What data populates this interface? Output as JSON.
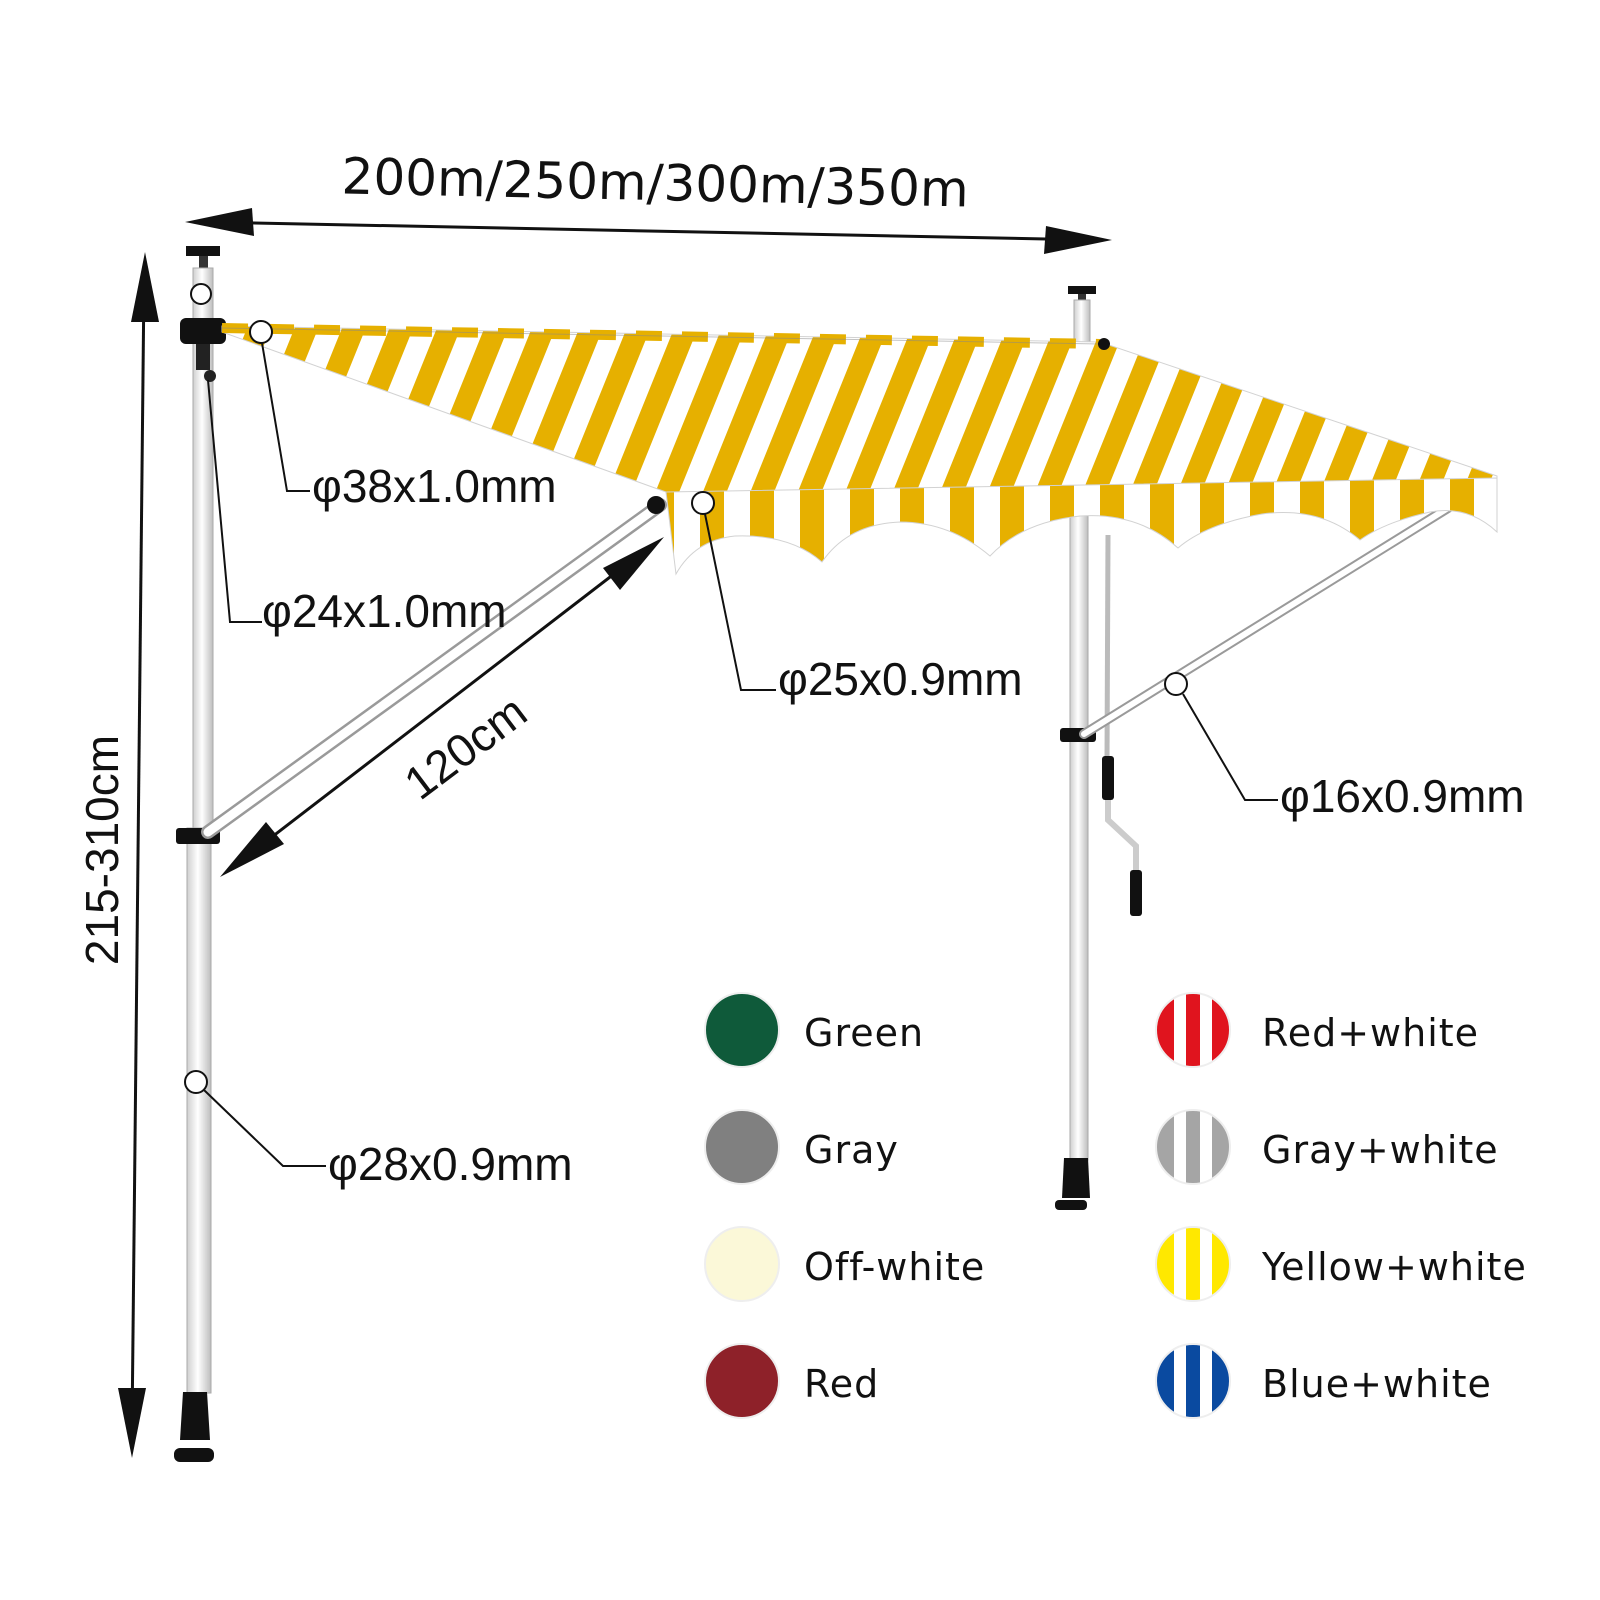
{
  "dimensions": {
    "width_options": "200m/250m/300m/350m",
    "height_range": "215-310cm",
    "projection": "120cm"
  },
  "callouts": {
    "roller_tube": "φ38x1.0mm",
    "inner_pole": "φ24x1.0mm",
    "front_bar": "φ25x0.9mm",
    "support_arm": "φ16x0.9mm",
    "outer_pole": "φ28x0.9mm"
  },
  "awning_colors": {
    "stripe": "#e6b000",
    "fabric_white": "#ffffff"
  },
  "colors": [
    {
      "label": "Green",
      "style": "solid",
      "primary": "#0f5a3a"
    },
    {
      "label": "Gray",
      "style": "solid",
      "primary": "#808080"
    },
    {
      "label": "Off-white",
      "style": "solid",
      "primary": "#fbf8d8"
    },
    {
      "label": "Red",
      "style": "solid",
      "primary": "#8e2129"
    },
    {
      "label": "Red+white",
      "style": "striped",
      "primary": "#e0141e"
    },
    {
      "label": "Gray+white",
      "style": "striped",
      "primary": "#a5a5a5"
    },
    {
      "label": "Yellow+white",
      "style": "striped",
      "primary": "#ffe800"
    },
    {
      "label": "Blue+white",
      "style": "striped",
      "primary": "#0a4aa0"
    }
  ]
}
